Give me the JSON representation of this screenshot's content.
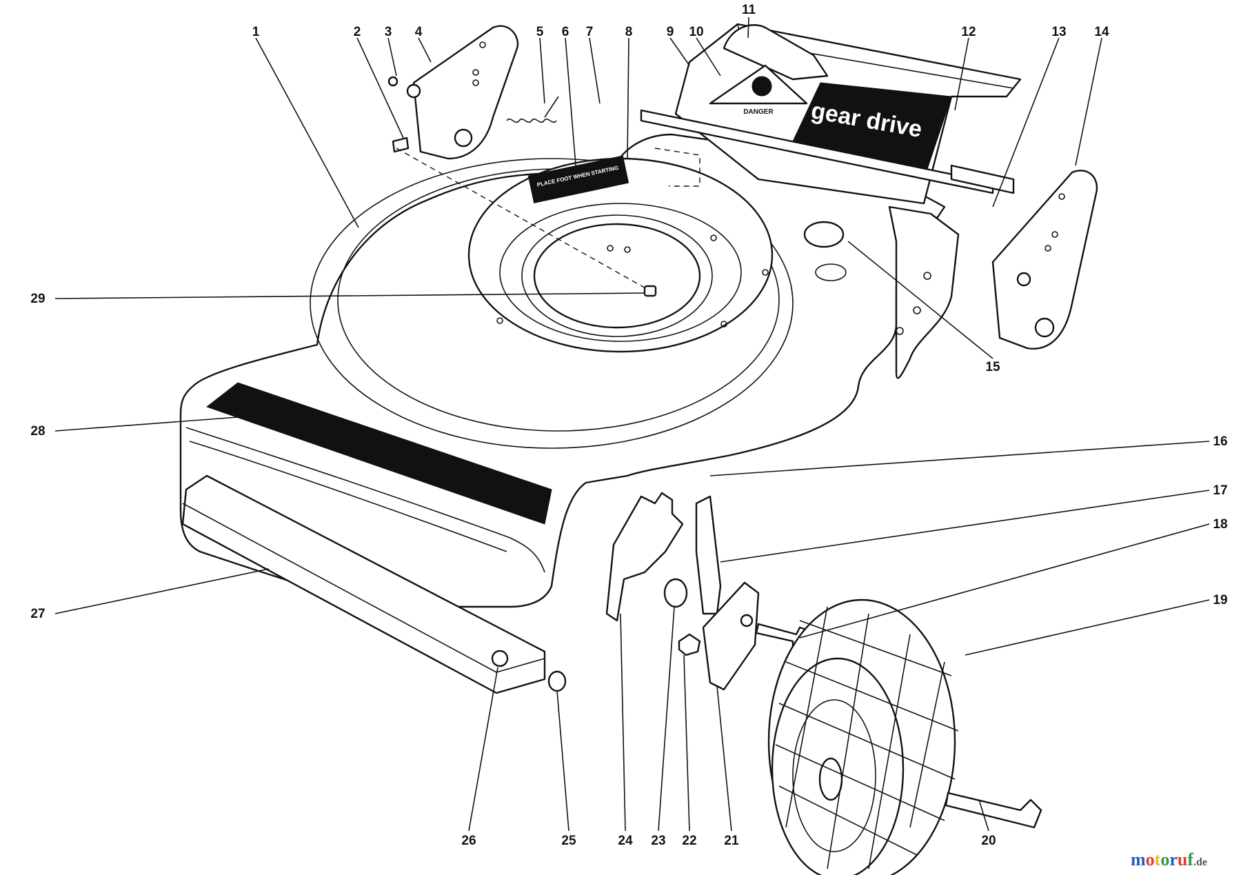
{
  "decals": {
    "gear_drive": "gear drive",
    "danger": "DANGER",
    "foot_warning": "PLACE FOOT WHEN STARTING"
  },
  "callouts": [
    {
      "num": "1"
    },
    {
      "num": "2"
    },
    {
      "num": "3"
    },
    {
      "num": "4"
    },
    {
      "num": "5"
    },
    {
      "num": "6"
    },
    {
      "num": "7"
    },
    {
      "num": "8"
    },
    {
      "num": "9"
    },
    {
      "num": "10"
    },
    {
      "num": "11"
    },
    {
      "num": "12"
    },
    {
      "num": "13"
    },
    {
      "num": "14"
    },
    {
      "num": "15"
    },
    {
      "num": "16"
    },
    {
      "num": "17"
    },
    {
      "num": "18"
    },
    {
      "num": "19"
    },
    {
      "num": "20"
    },
    {
      "num": "21"
    },
    {
      "num": "22"
    },
    {
      "num": "23"
    },
    {
      "num": "24"
    },
    {
      "num": "25"
    },
    {
      "num": "26"
    },
    {
      "num": "27"
    },
    {
      "num": "28"
    },
    {
      "num": "29"
    }
  ],
  "watermark": {
    "letters": [
      "m",
      "o",
      "t",
      "o",
      "r",
      "u",
      "f"
    ],
    "colors": [
      "#1f5fbf",
      "#e23b2e",
      "#f2b51c",
      "#2e9c3f",
      "#1f5fbf",
      "#e23b2e",
      "#2e9c3f"
    ],
    "suffix": ".de"
  }
}
